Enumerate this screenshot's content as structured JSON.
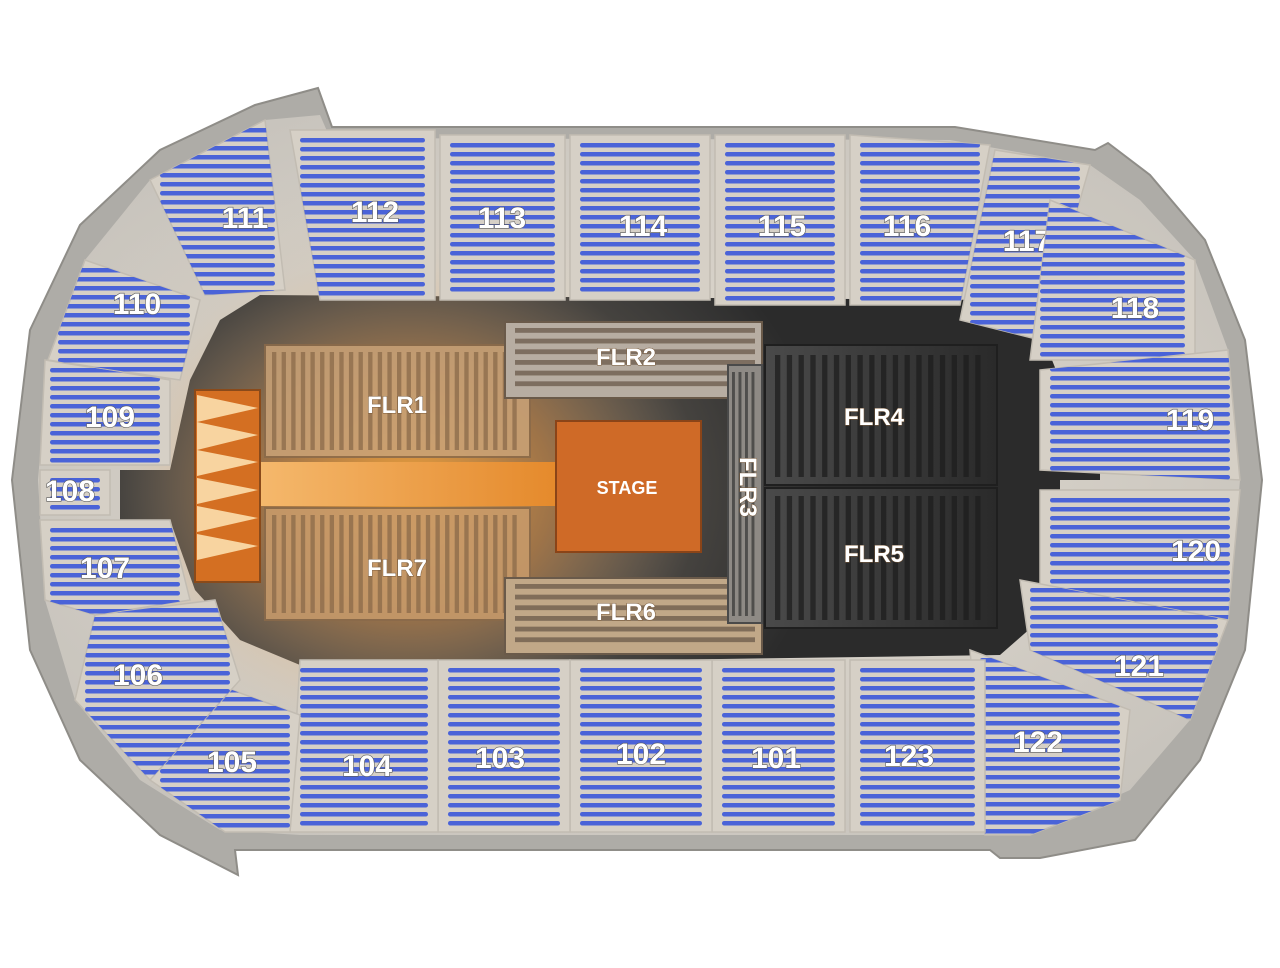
{
  "colors": {
    "background": "#ffffff",
    "concourse": "#a9a9a5",
    "bowl_light": "#d8d2c8",
    "seat_row": "#4a63d8",
    "floor_dark": "#3c3c3c",
    "floor_warm": "#d9a46a",
    "stage": "#d06a26",
    "glow": "#f3a23a"
  },
  "stage": {
    "label": "STAGE"
  },
  "floor_sections": [
    {
      "id": "flr1",
      "label": "FLR1"
    },
    {
      "id": "flr2",
      "label": "FLR2"
    },
    {
      "id": "flr3",
      "label": "FLR3"
    },
    {
      "id": "flr4",
      "label": "FLR4"
    },
    {
      "id": "flr5",
      "label": "FLR5"
    },
    {
      "id": "flr6",
      "label": "FLR6"
    },
    {
      "id": "flr7",
      "label": "FLR7"
    }
  ],
  "sections": [
    {
      "id": "s101",
      "label": "101"
    },
    {
      "id": "s102",
      "label": "102"
    },
    {
      "id": "s103",
      "label": "103"
    },
    {
      "id": "s104",
      "label": "104"
    },
    {
      "id": "s105",
      "label": "105"
    },
    {
      "id": "s106",
      "label": "106"
    },
    {
      "id": "s107",
      "label": "107"
    },
    {
      "id": "s108",
      "label": "108"
    },
    {
      "id": "s109",
      "label": "109"
    },
    {
      "id": "s110",
      "label": "110"
    },
    {
      "id": "s111",
      "label": "111"
    },
    {
      "id": "s112",
      "label": "112"
    },
    {
      "id": "s113",
      "label": "113"
    },
    {
      "id": "s114",
      "label": "114"
    },
    {
      "id": "s115",
      "label": "115"
    },
    {
      "id": "s116",
      "label": "116"
    },
    {
      "id": "s117",
      "label": "117"
    },
    {
      "id": "s118",
      "label": "118"
    },
    {
      "id": "s119",
      "label": "119"
    },
    {
      "id": "s120",
      "label": "120"
    },
    {
      "id": "s121",
      "label": "121"
    },
    {
      "id": "s122",
      "label": "122"
    },
    {
      "id": "s123",
      "label": "123"
    }
  ]
}
